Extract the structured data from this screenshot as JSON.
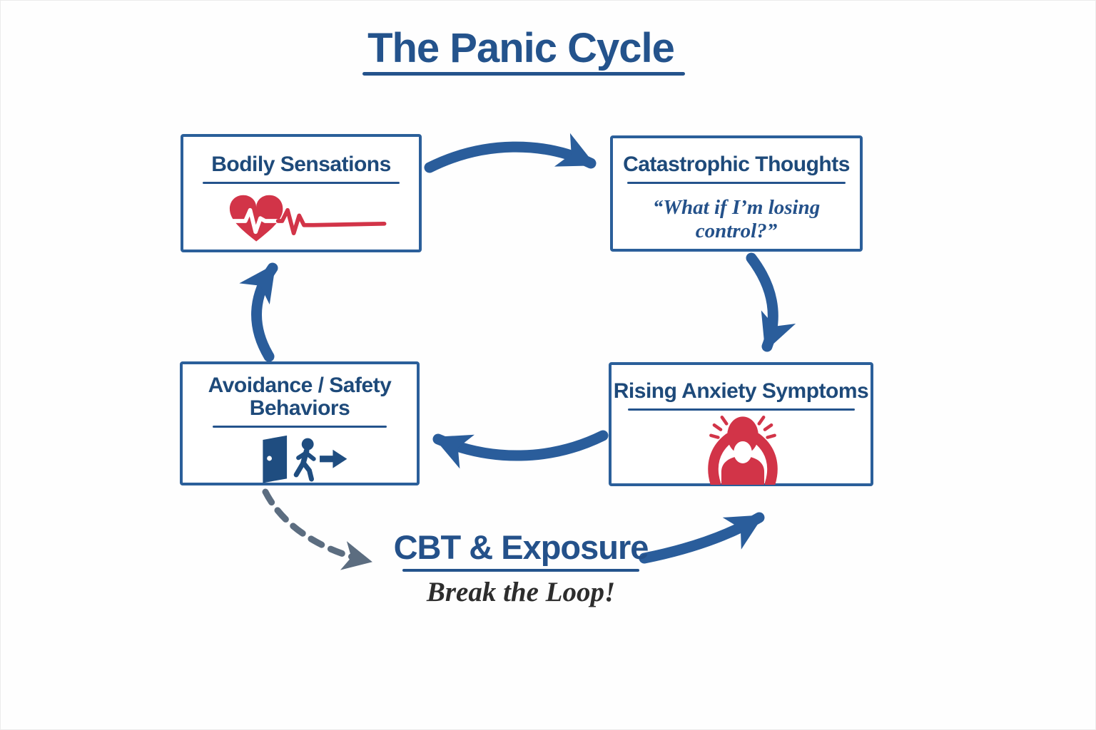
{
  "title": "The Panic Cycle",
  "cycle": {
    "bodily_sensations": {
      "label": "Bodily Sensations",
      "icon": "heartbeat-ecg-icon",
      "accent": "#d23448"
    },
    "catastrophic_thoughts": {
      "label": "Catastrophic Thoughts",
      "quote": "“What if I’m losing control?”"
    },
    "rising_anxiety": {
      "label": "Rising Anxiety Symptoms",
      "icon": "anxious-person-icon",
      "accent": "#d23448"
    },
    "avoidance": {
      "label": "Avoidance / Safety Behaviors",
      "icon": "exit-door-icon",
      "accent": "#1f4d80"
    }
  },
  "intervention": {
    "label": "CBT & Exposure",
    "subtitle": "Break the Loop!"
  },
  "flow": [
    "bodily_sensations -> catastrophic_thoughts",
    "catastrophic_thoughts -> rising_anxiety",
    "rising_anxiety -> avoidance",
    "avoidance -> bodily_sensations",
    "avoidance -> intervention (dashed)",
    "intervention -> rising_anxiety"
  ],
  "colors": {
    "navy_text": "#1e4a7a",
    "box_border_blue": "#2b5f9a",
    "arrow_blue": "#2a5d9b",
    "accent_red": "#d23448",
    "dashed_slate": "#5c6d80",
    "dark_text": "#2d2d2d",
    "background": "#fefefe"
  }
}
